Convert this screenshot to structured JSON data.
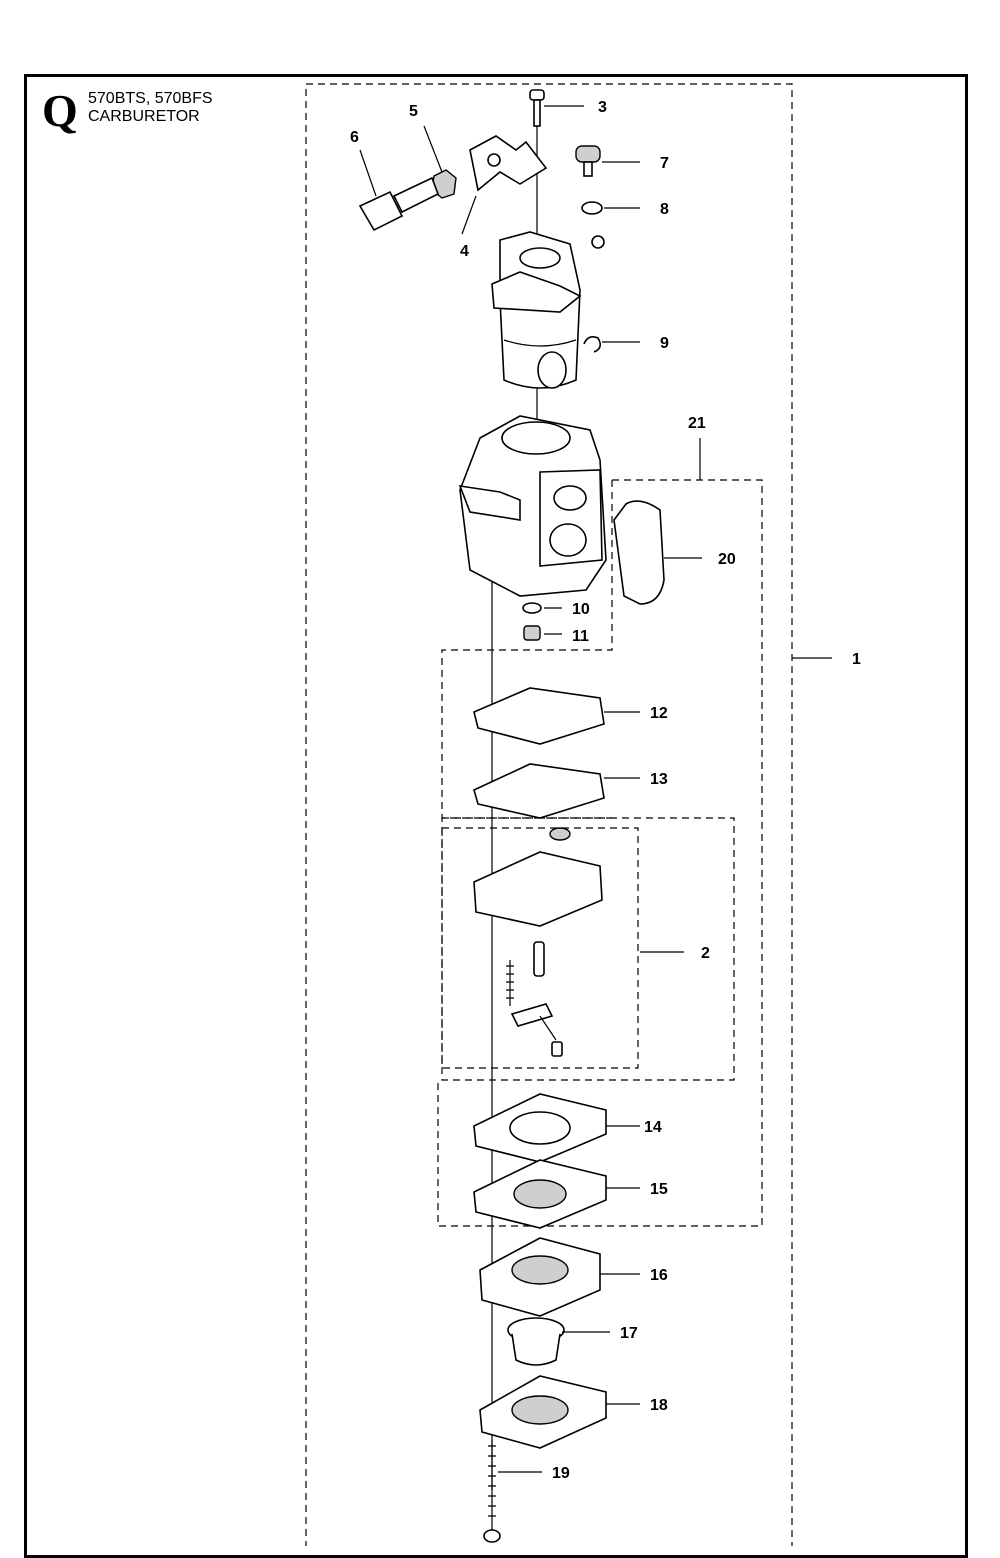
{
  "header": {
    "section_letter": "Q",
    "models": "570BTS, 570BFS",
    "title": "CARBURETOR"
  },
  "callouts": [
    "1",
    "2",
    "3",
    "4",
    "5",
    "6",
    "7",
    "8",
    "9",
    "10",
    "11",
    "12",
    "13",
    "14",
    "15",
    "16",
    "17",
    "18",
    "19",
    "20",
    "21"
  ]
}
